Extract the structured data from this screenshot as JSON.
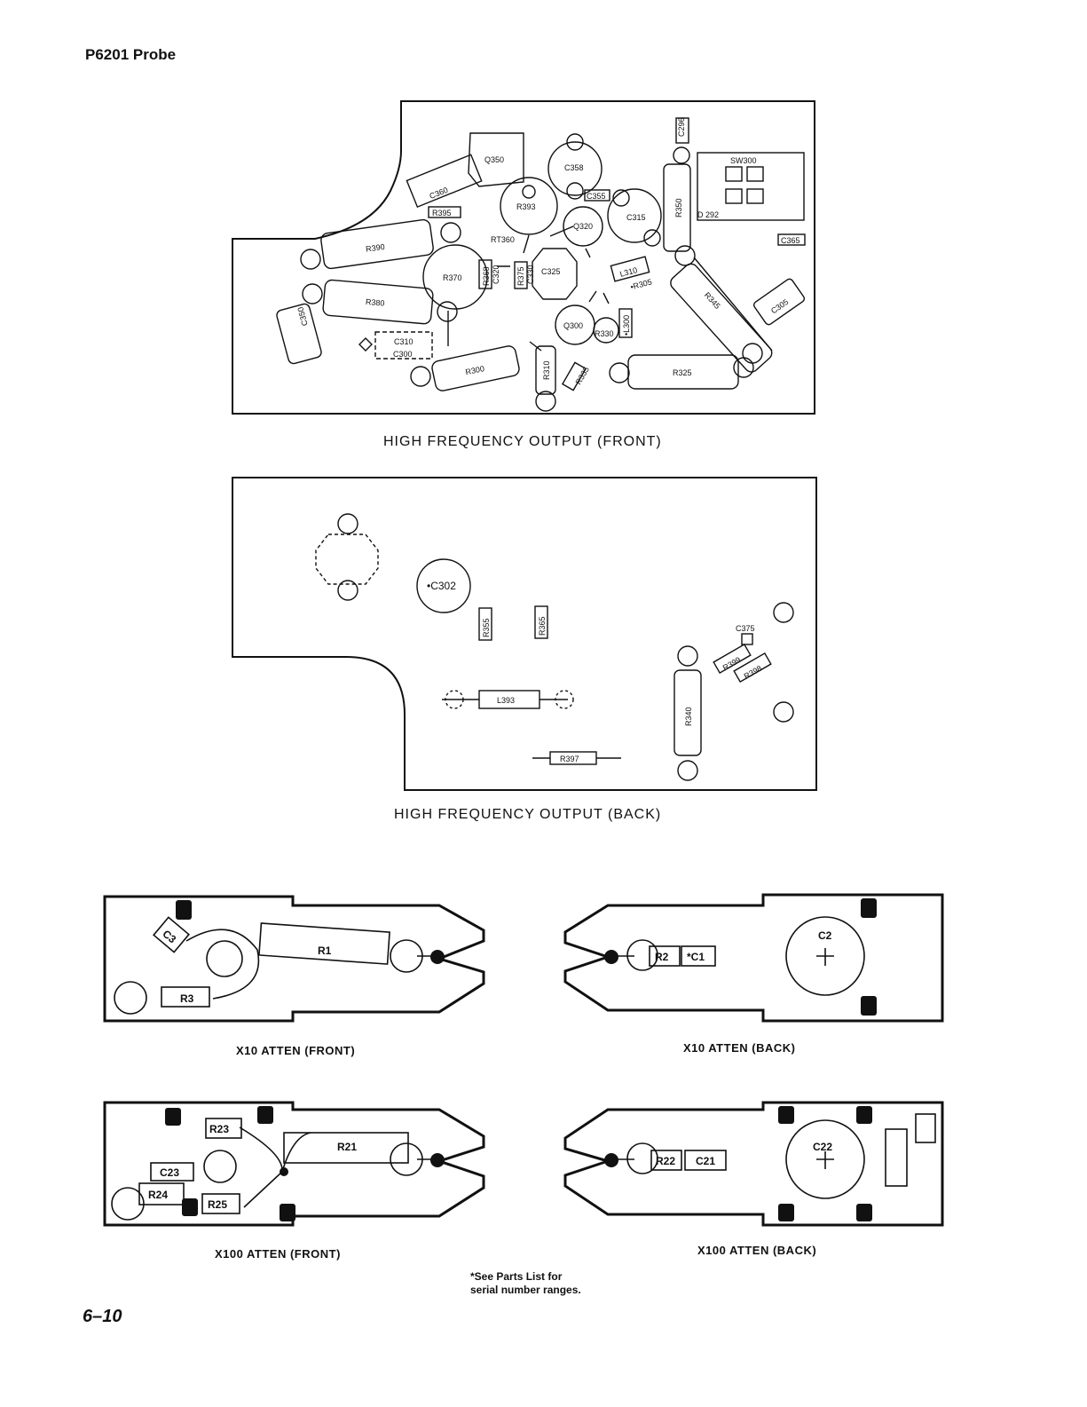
{
  "header": {
    "title": "P6201 Probe"
  },
  "captions": {
    "hf_front": "HIGH FREQUENCY OUTPUT (FRONT)",
    "hf_back": "HIGH FREQUENCY OUTPUT (BACK)",
    "x10_front": "X10 ATTEN (FRONT)",
    "x10_back": "X10 ATTEN (BACK)",
    "x100_front": "X100 ATTEN (FRONT)",
    "x100_back": "X100 ATTEN (BACK)"
  },
  "hf_front_labels": {
    "Q350": "Q350",
    "C358": "C358",
    "C296": "C296",
    "SW300": "SW300",
    "C360": "C360",
    "R393": "R393",
    "C355": "C355",
    "C315": "C315",
    "R350": "R350",
    "R395": "R395",
    "Q320": "Q320",
    "RT360": "RT360",
    "C365": "C365",
    "R390": "R390",
    "R368": "R368",
    "C320": "C320",
    "R375": "R375",
    "C330": "C330",
    "C325": "C325",
    "L310": "L310",
    "R370": "R370",
    "R305": "•R305",
    "R345": "R345",
    "C305": "C305",
    "R380": "R380",
    "C350": "C350",
    "Q300": "Q300",
    "L300": "•L300",
    "R330": "R330",
    "C310": "C310",
    "C300": "C300",
    "R300": "R300",
    "R310": "R310",
    "R335": "R335",
    "R325": "R325",
    "D292": "D 292"
  },
  "hf_back_labels": {
    "C302": "•C302",
    "R355": "R355",
    "R365": "R365",
    "C375": "C375",
    "R399": "R399",
    "R398": "R398",
    "L393": "L393",
    "R340": "R340",
    "R397": "R397"
  },
  "x10_front_labels": {
    "C3": "C3",
    "R1": "R1",
    "R3": "R3"
  },
  "x10_back_labels": {
    "R2": "R2",
    "C1": "*C1",
    "C2": "C2"
  },
  "x100_front_labels": {
    "R23": "R23",
    "R21": "R21",
    "C23": "C23",
    "R24": "R24",
    "R25": "R25"
  },
  "x100_back_labels": {
    "R22": "R22",
    "C21": "C21",
    "C22": "C22"
  },
  "footnote": {
    "line1": "*See Parts List for",
    "line2": "serial number ranges."
  },
  "page_number": "6–10"
}
